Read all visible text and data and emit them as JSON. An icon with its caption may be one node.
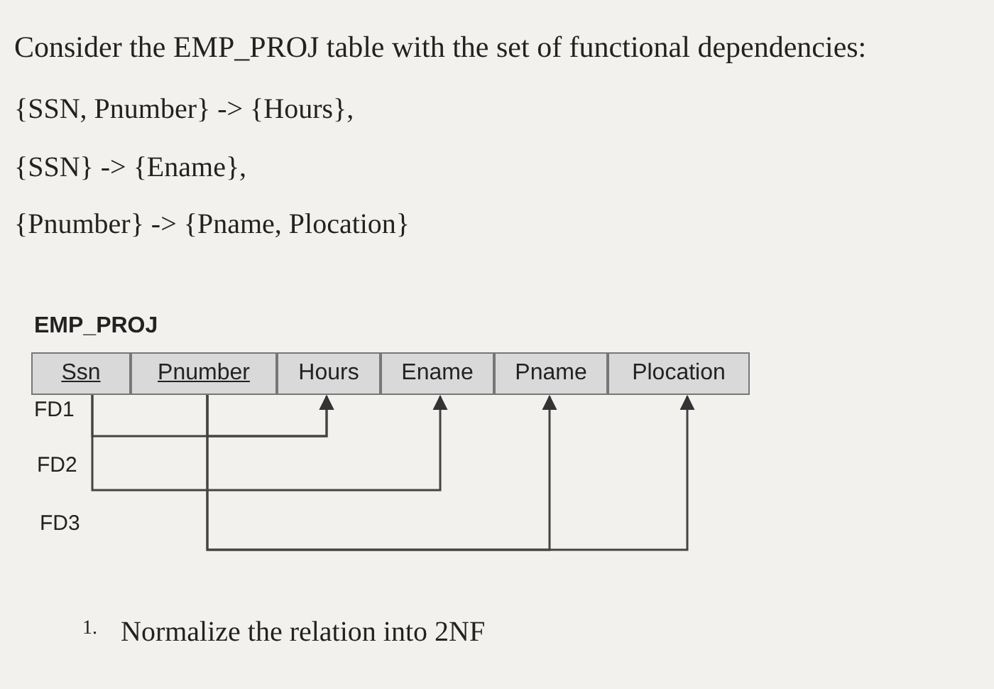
{
  "diagram": {
    "title": "Consider the EMP_PROJ table with the set of functional dependencies:",
    "nodes": [
      {
        "text": [
          "Ssn"
        ]
      },
      {
        "text": [
          "Pnumber"
        ]
      },
      {
        "text": [
          "Hours"
        ]
      },
      {
        "text": [
          "Ename"
        ]
      },
      {
        "text": [
          "Pname"
        ]
      },
      {
        "text": [
          "Plocation"
        ]
      }
    ],
    "edges": [
      {
        "from": 0,
        "to": 2,
        "arrow": "to"
      },
      {
        "from": 1,
        "to": 2,
        "arrow": "to"
      },
      {
        "from": 0,
        "to": 3,
        "arrow": "to"
      },
      {
        "from": 1,
        "to": 4,
        "arrow": "to"
      },
      {
        "from": 1,
        "to": 5,
        "arrow": "to"
      }
    ],
    "labels": [
      "{SSN, Pnumber} -> {Hours},",
      "{SSN} -> {Ename},",
      "{Pnumber} -> {Pname, Plocation}",
      "EMP_PROJ",
      "FD1",
      "FD2",
      "FD3",
      "1.",
      "Normalize the relation into 2NF"
    ]
  }
}
